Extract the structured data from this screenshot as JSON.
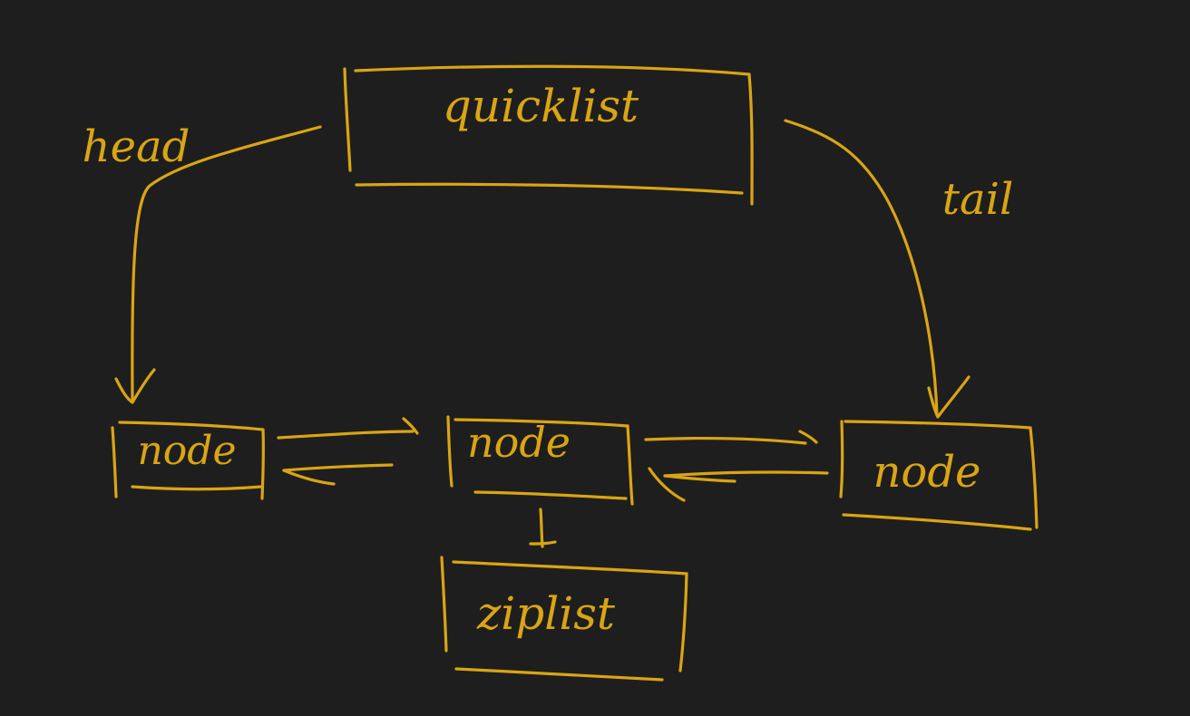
{
  "colors": {
    "background": "#1e1e1e",
    "ink": "#d9a514"
  },
  "nodes": {
    "quicklist": {
      "label": "quicklist"
    },
    "node_left": {
      "label": "node"
    },
    "node_middle": {
      "label": "node"
    },
    "node_right": {
      "label": "node"
    },
    "ziplist": {
      "label": "ziplist"
    }
  },
  "edges": {
    "head": {
      "label": "head"
    },
    "tail": {
      "label": "tail"
    }
  }
}
